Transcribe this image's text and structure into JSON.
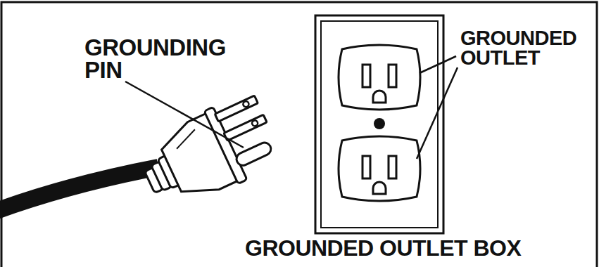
{
  "diagram": {
    "labels": [
      "GROUNDING PIN",
      "GROUNDED OUTLET",
      "GROUNDED OUTLET BOX"
    ]
  }
}
